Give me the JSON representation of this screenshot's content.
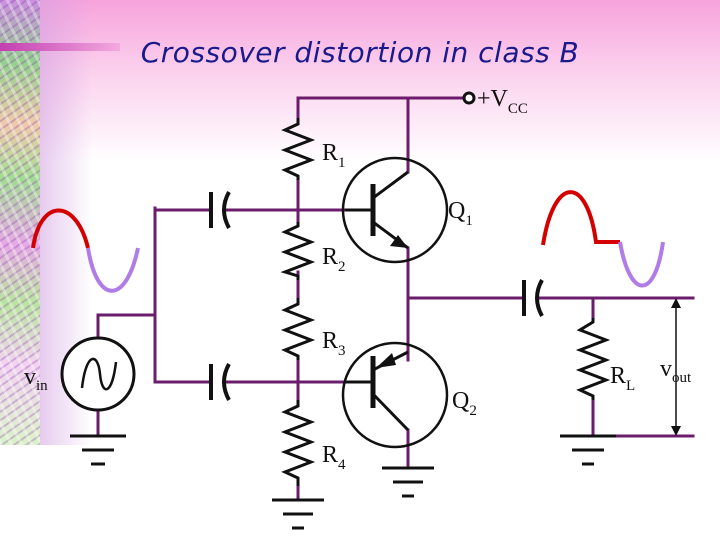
{
  "title": "Crossover distortion in class B",
  "labels": {
    "vcc": "+V",
    "vcc_sub": "CC",
    "r1": "R",
    "r1_sub": "1",
    "r2": "R",
    "r2_sub": "2",
    "r3": "R",
    "r3_sub": "3",
    "r4": "R",
    "r4_sub": "4",
    "q1": "Q",
    "q1_sub": "1",
    "q2": "Q",
    "q2_sub": "2",
    "rl": "R",
    "rl_sub": "L",
    "vin": "v",
    "vin_sub": "in",
    "vout": "v",
    "vout_sub": "out"
  },
  "colors": {
    "wire": "#6b1d6b",
    "component": "#111111",
    "positive_half_wave": "#d40000",
    "negative_half_wave": "#b07ce6",
    "title": "#1a1a8c"
  }
}
